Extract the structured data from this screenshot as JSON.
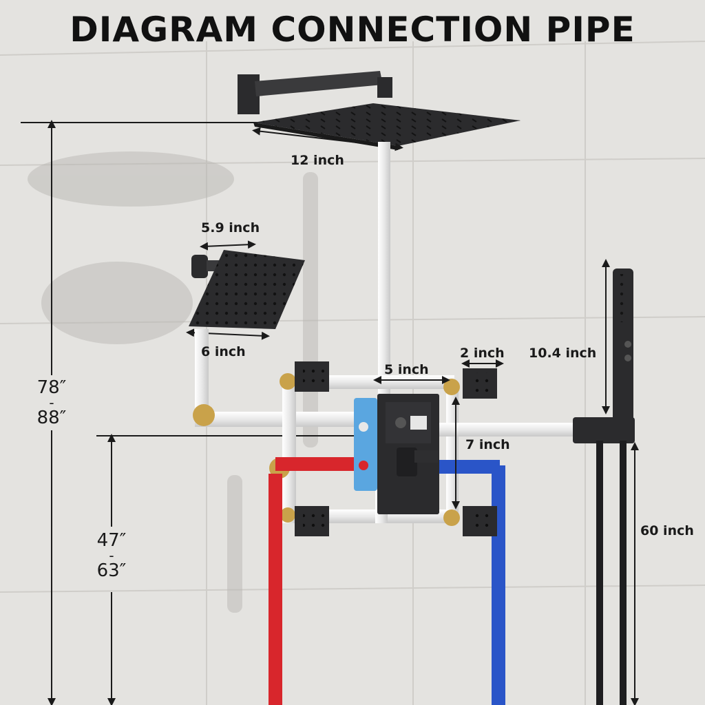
{
  "title": "DIAGRAM CONNECTION PIPE",
  "colors": {
    "wall": "#e4e3e0",
    "tile_grout": "#cfcdc9",
    "fixture": "#2b2b2d",
    "pipe": "#eeeeee",
    "hot_pipe": "#d8262c",
    "cold_pipe": "#2a55c8",
    "brass": "#c9a24a",
    "mounting_plate": "#5aa6e0"
  },
  "labels": {
    "rain_head_width": "12 inch",
    "square_head_top": "5.9 inch",
    "square_head_bottom": "6 inch",
    "body_jet_spacing": "5 inch",
    "body_jet_width": "2 inch",
    "hand_shower_length": "10.4 inch",
    "jet_vertical_spacing": "7 inch",
    "hose_length": "60 inch"
  },
  "heights": {
    "overall": {
      "min": "78″",
      "sep": "-",
      "max": "88″"
    },
    "valve": {
      "min": "47″",
      "sep": "-",
      "max": "63″"
    }
  },
  "icons": {
    "rain_shower_head": "rain-shower-head-icon",
    "square_shower_head": "square-shower-head-icon",
    "body_jet": "body-jet-icon",
    "hand_shower": "hand-shower-icon",
    "diverter_valve": "diverter-valve-icon"
  }
}
